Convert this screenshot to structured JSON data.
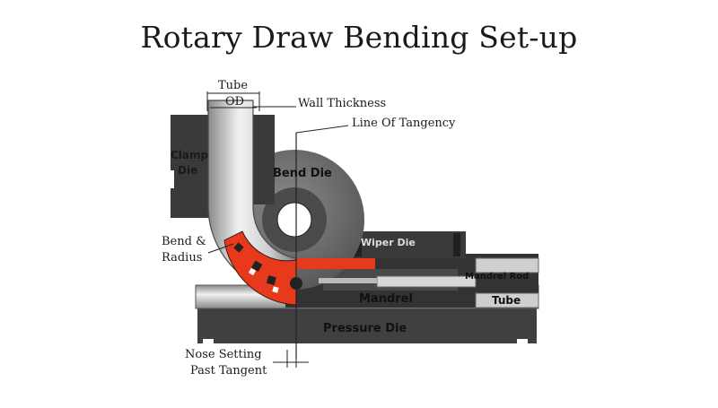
{
  "title": "Rotary Draw Bending Set-up",
  "labels": {
    "tube_top": "Tube",
    "od": "OD",
    "wall_thickness": "Wall Thickness",
    "line_of_tangency": "Line Of Tangency",
    "bend_radius_1": "Bend &",
    "bend_radius_2": "Radius",
    "nose_setting_1": "Nose Setting",
    "nose_setting_2": "Past Tangent"
  },
  "parts": {
    "clamp_die_1": "Clamp",
    "clamp_die_2": "Die",
    "bend_die": "Bend Die",
    "wiper_die": "Wiper Die",
    "mandrel_rod": "Mandrel Rod",
    "mandrel": "Mandrel",
    "tube": "Tube",
    "pressure_die": "Pressure Die"
  },
  "colors": {
    "die_dark": "#3d3d3d",
    "bend_die_gray": "#6e6e6e",
    "tube_silver": "#c8c8c8",
    "mandrel_ball_red": "#e8391d"
  }
}
